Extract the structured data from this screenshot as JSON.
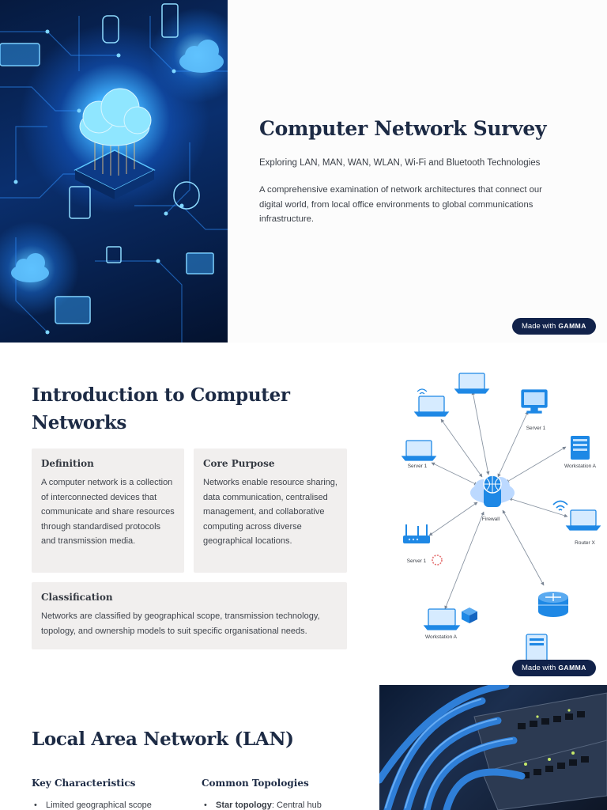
{
  "cover": {
    "title": "Computer Network Survey",
    "subtitle": "Exploring LAN, MAN, WAN, WLAN, Wi-Fi and Bluetooth Technologies",
    "description": "A comprehensive examination of network architectures that connect our digital world, from local office environments to global communications infrastructure.",
    "badge": {
      "prefix": "Made with",
      "brand": "GAMMA"
    }
  },
  "intro": {
    "title": "Introduction to Computer Networks",
    "cards": [
      {
        "heading": "Definition",
        "text": "A computer network is a collection of interconnected devices that communicate and share resources through standardised protocols and transmission media."
      },
      {
        "heading": "Core Purpose",
        "text": "Networks enable resource sharing, data communication, centralised management, and collaborative computing across diverse geographical locations."
      },
      {
        "heading": "Classification",
        "text": "Networks are classified by geographical scope, transmission technology, topology, and ownership models to suit specific organisational needs."
      }
    ],
    "diagram_labels": {
      "center": "Firewall",
      "server_top": "Server 1",
      "server_left": "Server 1",
      "server_lower": "Server 1",
      "workstation_right": "Workstation A",
      "workstation_bottom": "Workstation A",
      "router": "Router X"
    },
    "badge": {
      "prefix": "Made with",
      "brand": "GAMMA"
    }
  },
  "lan": {
    "title": "Local Area Network (LAN)",
    "columns": [
      {
        "heading": "Key Characteristics",
        "first_item": "Limited geographical scope"
      },
      {
        "heading": "Common Topologies",
        "first_item_bold": "Star topology",
        "first_item_rest": ": Central hub"
      }
    ]
  },
  "colors": {
    "title": "#1d2b45",
    "card_bg": "#f1efee",
    "badge_bg": "#11224a",
    "diagram_blue": "#1e88e5"
  }
}
